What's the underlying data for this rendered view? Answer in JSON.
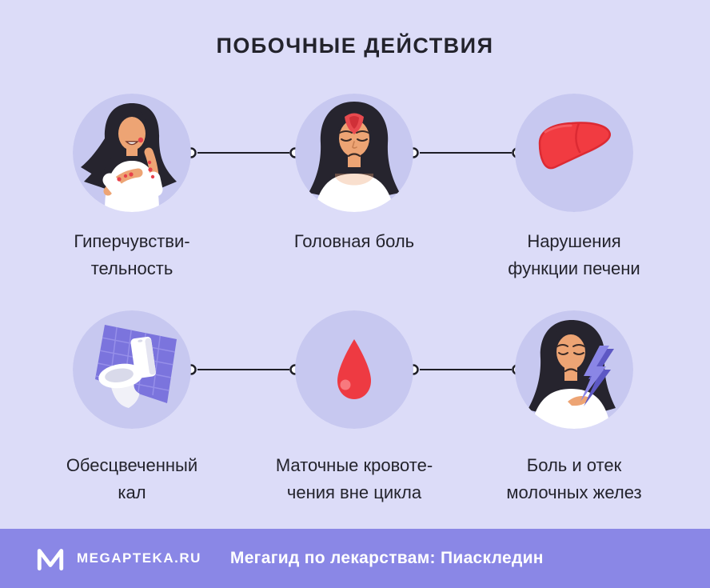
{
  "title": "ПОБОЧНЫЕ ДЕЙСТВИЯ",
  "colors": {
    "background": "#dcdcf8",
    "circle": "#c7c8f0",
    "footer_bar": "#8a87e6",
    "text": "#23232c",
    "connector": "#1e1e26",
    "accent_red": "#ee3a42"
  },
  "items": [
    {
      "icon": "woman-rash-illustration",
      "label": [
        "Гиперчувстви-",
        "тельность"
      ]
    },
    {
      "icon": "headache-woman-illustration",
      "label": [
        "Головная боль",
        ""
      ]
    },
    {
      "icon": "liver-icon",
      "label": [
        "Нарушения",
        "функции печени"
      ]
    },
    {
      "icon": "toilet-icon",
      "label": [
        "Обесцвеченный",
        "кал"
      ]
    },
    {
      "icon": "blood-drop-icon",
      "label": [
        "Маточные кровоте-",
        "чения вне цикла"
      ]
    },
    {
      "icon": "breast-pain-illustration",
      "label": [
        "Боль и отек",
        "молочных желез"
      ]
    }
  ],
  "footer": {
    "logo_icon": "megapteka-logo",
    "brand": "MEGAPTEKA.RU",
    "caption": "Мегагид по лекарствам: Пиаскледин"
  }
}
